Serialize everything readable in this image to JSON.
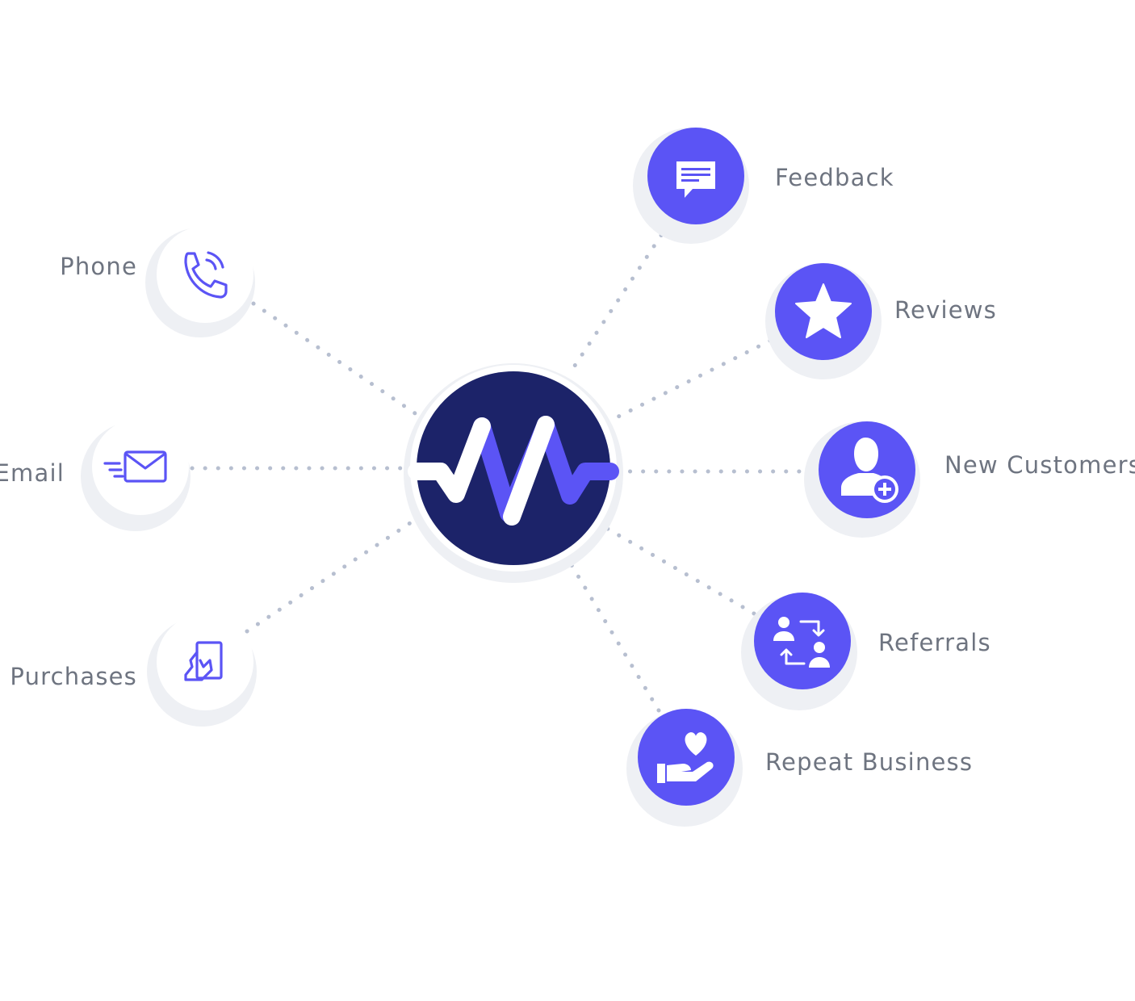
{
  "colors": {
    "accent": "#5b54f5",
    "hub": "#1c2369",
    "label": "#6e7480",
    "connector": "#b7bfd0"
  },
  "hub": {
    "icon": "pulse-logo-icon"
  },
  "inputs": [
    {
      "label": "Phone",
      "icon": "phone-icon"
    },
    {
      "label": "Email",
      "icon": "email-icon"
    },
    {
      "label": "Purchases",
      "icon": "card-hand-icon"
    }
  ],
  "outputs": [
    {
      "label": "Feedback",
      "icon": "chat-bubble-icon"
    },
    {
      "label": "Reviews",
      "icon": "star-icon"
    },
    {
      "label": "New Customers",
      "icon": "add-user-icon"
    },
    {
      "label": "Referrals",
      "icon": "referral-icon"
    },
    {
      "label": "Repeat Business",
      "icon": "heart-hand-icon"
    }
  ]
}
